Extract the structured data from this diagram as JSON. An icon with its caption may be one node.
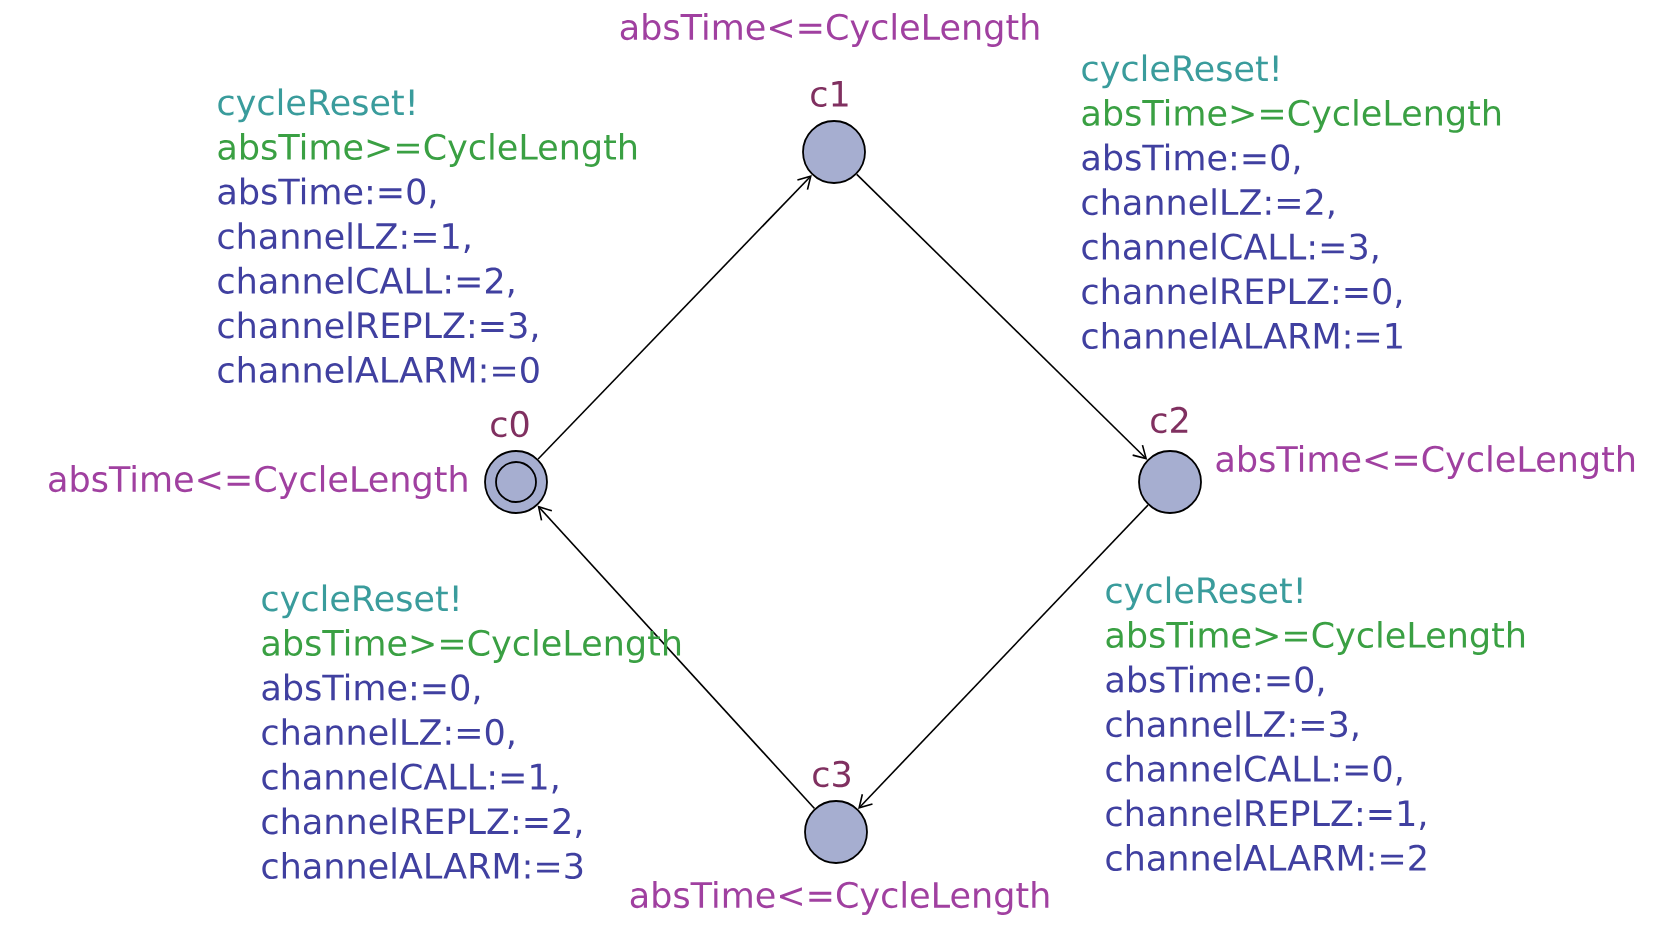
{
  "diagram": {
    "nodes": [
      {
        "text": [
          "c0"
        ],
        "beside": [
          "absTime<=CycleLength"
        ]
      },
      {
        "text": [
          "c1"
        ],
        "beside": [
          "absTime<=CycleLength"
        ]
      },
      {
        "text": [
          "c2"
        ],
        "beside": [
          "absTime<=CycleLength"
        ]
      },
      {
        "text": [
          "c3"
        ],
        "beside": [
          "absTime<=CycleLength"
        ]
      }
    ],
    "edges": [
      {
        "from": 0,
        "to": 1,
        "arrow": "to",
        "label": [
          "cycleReset!",
          "absTime>=CycleLength",
          "absTime:=0,",
          "channelLZ:=1,",
          "channelCALL:=2,",
          "channelREPLZ:=3,",
          "channelALARM:=0"
        ]
      },
      {
        "from": 1,
        "to": 2,
        "arrow": "to",
        "label": [
          "cycleReset!",
          "absTime>=CycleLength",
          "absTime:=0,",
          "channelLZ:=2,",
          "channelCALL:=3,",
          "channelREPLZ:=0,",
          "channelALARM:=1"
        ]
      },
      {
        "from": 2,
        "to": 3,
        "arrow": "to",
        "label": [
          "cycleReset!",
          "absTime>=CycleLength",
          "absTime:=0,",
          "channelLZ:=3,",
          "channelCALL:=0,",
          "channelREPLZ:=1,",
          "channelALARM:=2"
        ]
      },
      {
        "from": 3,
        "to": 0,
        "arrow": "to",
        "label": [
          "cycleReset!",
          "absTime>=CycleLength",
          "absTime:=0,",
          "channelLZ:=0,",
          "channelCALL:=1,",
          "channelREPLZ:=2,",
          "channelALARM:=3"
        ]
      }
    ]
  }
}
